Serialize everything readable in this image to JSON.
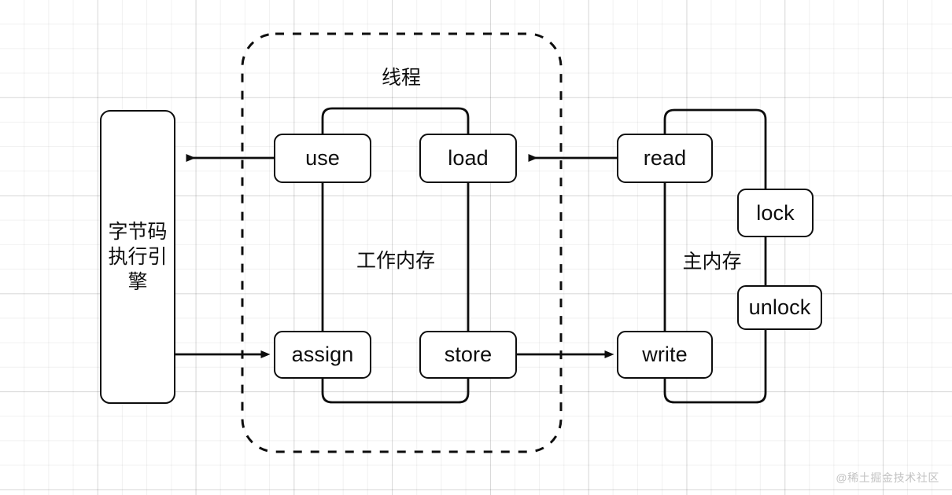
{
  "diagram": {
    "title_note": "Java Memory Model interaction diagram",
    "stroke_color": "#0d0d0d",
    "background_color": "#ffffff",
    "grid_color": "#ebebeb"
  },
  "regions": [
    {
      "key": "thread",
      "label": "线程",
      "style": "dashed-rounded"
    },
    {
      "key": "working_memory",
      "label": "工作内存",
      "style": "bracket"
    },
    {
      "key": "main_memory",
      "label": "主内存",
      "style": "bracket"
    }
  ],
  "nodes": {
    "engine": {
      "label": "字节码\n执行引\n擎"
    },
    "use": {
      "label": "use"
    },
    "load": {
      "label": "load"
    },
    "assign": {
      "label": "assign"
    },
    "store": {
      "label": "store"
    },
    "read": {
      "label": "read"
    },
    "write": {
      "label": "write"
    },
    "lock": {
      "label": "lock"
    },
    "unlock": {
      "label": "unlock"
    }
  },
  "edges": [
    {
      "from": "use",
      "to": "engine",
      "arrow": "left"
    },
    {
      "from": "engine",
      "to": "assign",
      "arrow": "right"
    },
    {
      "from": "read",
      "to": "load",
      "arrow": "left"
    },
    {
      "from": "store",
      "to": "write",
      "arrow": "right"
    },
    {
      "from": "use",
      "to": "load",
      "arrow": "none",
      "shape": "top-bracket"
    },
    {
      "from": "assign",
      "to": "store",
      "arrow": "none",
      "shape": "bottom-bracket"
    },
    {
      "from": "read",
      "to": "write",
      "arrow": "none",
      "shape": "vertical"
    },
    {
      "from": "read",
      "to": "lock",
      "arrow": "none",
      "shape": "top-bracket"
    },
    {
      "from": "write",
      "to": "unlock",
      "arrow": "none",
      "shape": "bottom-bracket"
    },
    {
      "from": "lock",
      "to": "unlock",
      "arrow": "none",
      "shape": "vertical"
    }
  ],
  "watermark": {
    "text": "@稀土掘金技术社区"
  }
}
